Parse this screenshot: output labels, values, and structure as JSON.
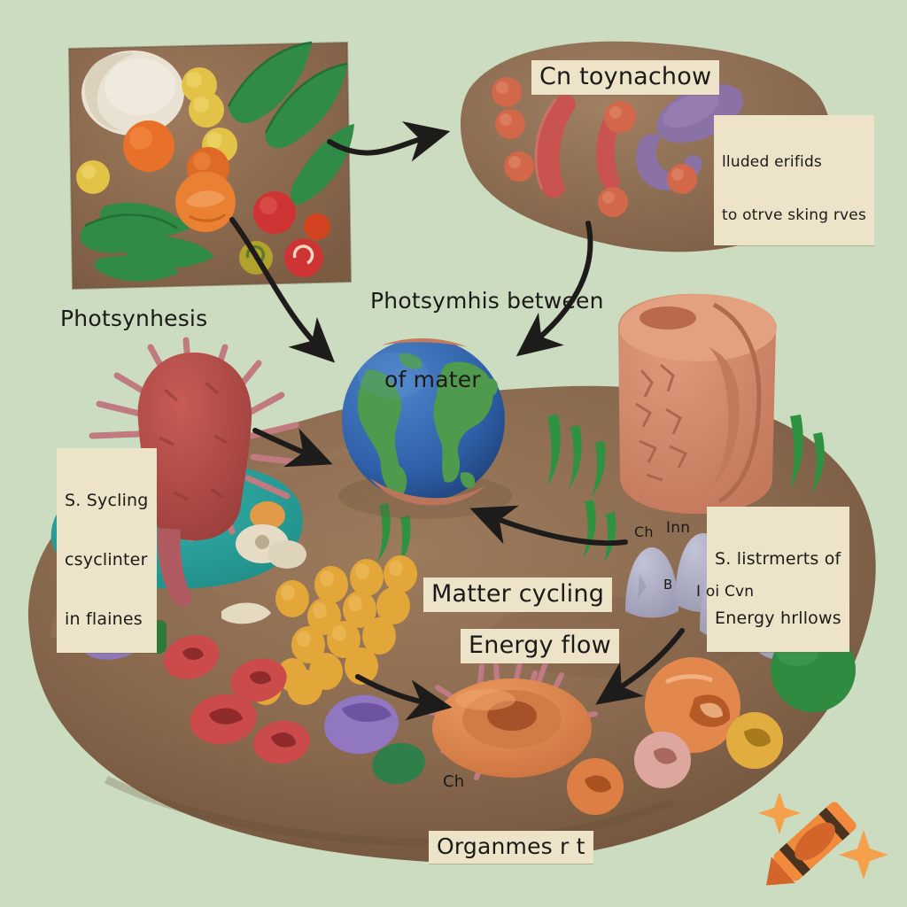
{
  "figure": {
    "title": "Matter cycling and energy flow in an ecosystem",
    "style": "claymation / plasticine illustration",
    "background_color": "#ccdcc0",
    "soil_color": "#8a6a4f",
    "arrow_color": "#1e1c1a",
    "label_tag_color": "#ece3c8"
  },
  "labels": {
    "producers_panel_caption": "Photsynhesis",
    "consumers_panel_title": "Cn toynachow",
    "consumers_panel_note_line1": "lluded erifids",
    "consumers_panel_note_line2": "to otrve sking rves",
    "center_note_line1": "Photsymhis between",
    "center_note_line2": "of mater",
    "pond_note_line1": "S. Sycling",
    "pond_note_line2": "csyclinter",
    "pond_note_line3": "in flaines",
    "decomposer_note_line1": "S. listrmerts of",
    "decomposer_note_line2": "Energy hrllows",
    "matter_cycling": "Matter cycling",
    "energy_flow": "Energy flow",
    "bottom_caption": "Organmes r t",
    "micro_ch_top": "Ch",
    "micro_inn": "Inn",
    "micro_b": "B",
    "micro_i_oi_cvn": "I oi Cvn",
    "micro_ch_bottom": "Ch"
  },
  "watermark": {
    "icon": "crayon-icon",
    "color": "#f08a3c",
    "sparkle_color": "#f5a04a"
  },
  "arrows": [
    {
      "name": "producers-to-consumers",
      "from": "producers-panel",
      "to": "consumers-panel"
    },
    {
      "name": "producers-to-earth",
      "from": "producers-panel",
      "to": "earth-globe"
    },
    {
      "name": "consumers-to-earth",
      "from": "consumers-panel",
      "to": "earth-globe"
    },
    {
      "name": "pond-to-earth",
      "from": "pond-scene",
      "to": "earth-globe"
    },
    {
      "name": "decomposers-to-earth",
      "from": "decomposer-cluster",
      "to": "earth-globe"
    },
    {
      "name": "decomposers-to-detritivore",
      "from": "decomposer-cluster",
      "to": "detritivore-ring"
    },
    {
      "name": "seeds-to-detritivore",
      "from": "seed-cluster",
      "to": "detritivore-ring"
    }
  ],
  "scene_objects": [
    {
      "name": "producers-panel",
      "description": "brown clay tile with green leaves, orange and yellow berries, white shell"
    },
    {
      "name": "consumers-panel",
      "description": "brown clay blob with red worms, purple beans, orange spheres"
    },
    {
      "name": "earth-globe",
      "description": "blue and green clay planet earth"
    },
    {
      "name": "tree-stump",
      "description": "salmon clay log with bark cracks"
    },
    {
      "name": "pond-scene",
      "description": "teal clay pond with red spiky organism, shells and worms"
    },
    {
      "name": "seed-cluster",
      "description": "cluster of yellow-orange clay spheres"
    },
    {
      "name": "detritivore-ring",
      "description": "orange clay ring with pink spines"
    },
    {
      "name": "decomposer-cluster",
      "description": "grey-lavender clay mushroom domes"
    },
    {
      "name": "soil-mound",
      "description": "large brown clay ground mound"
    }
  ]
}
